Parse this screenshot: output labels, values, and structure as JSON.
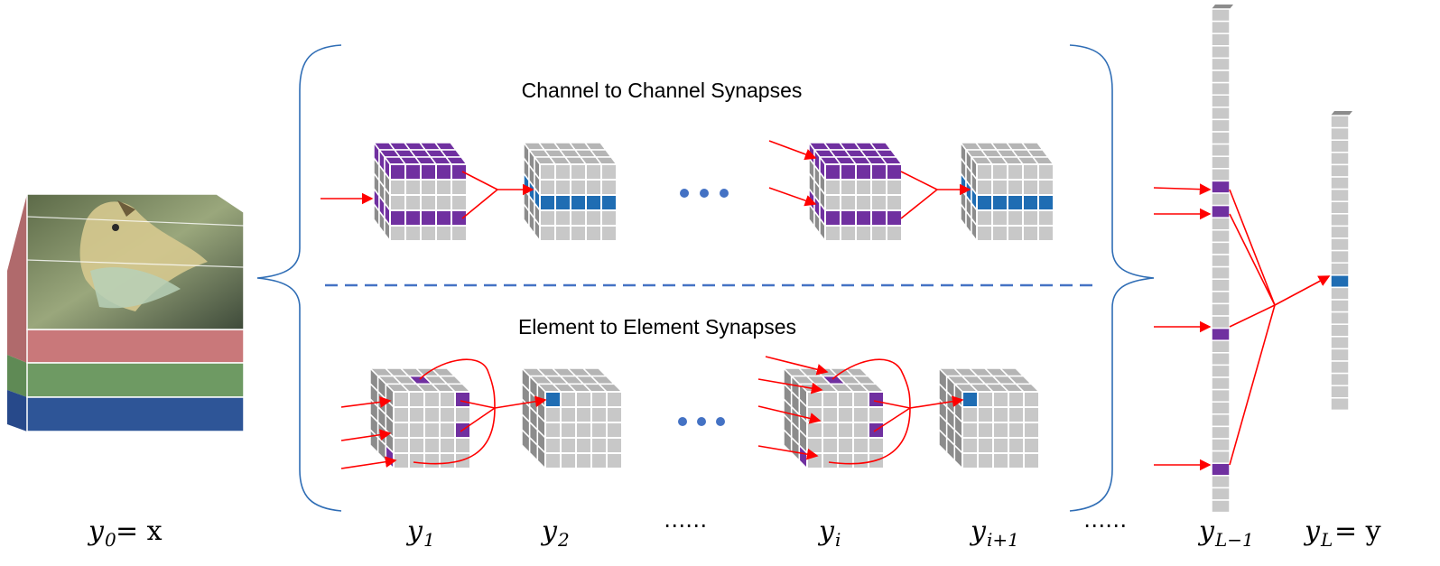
{
  "sections": {
    "top_title": "Channel to Channel Synapses",
    "bottom_title": "Element to Element Synapses"
  },
  "labels": {
    "y0": {
      "base": "y",
      "sub": "0",
      "rest": " = x"
    },
    "y1": {
      "base": "y",
      "sub": "1"
    },
    "y2": {
      "base": "y",
      "sub": "2"
    },
    "dots_mid": "⋯⋯",
    "yi": {
      "base": "y",
      "sub": "i"
    },
    "yi1": {
      "base": "y",
      "sub": "i+1"
    },
    "dots_right": "⋯⋯",
    "yL1": {
      "base": "y",
      "sub": "L−1"
    },
    "yL": {
      "base": "y",
      "sub": "L",
      "rest": " = y"
    }
  },
  "colors": {
    "cell_gray": "#c8c8c8",
    "cell_border": "#ffffff",
    "cube_side": "#8c8c8c",
    "cube_top": "#b5b5b5",
    "purple": "#7030a0",
    "blue": "#1f6db3",
    "arrow": "#ff0000",
    "brace": "#2f6db5",
    "dashed": "#4472c4",
    "dot": "#4472c4",
    "stack_red": "#c9787a",
    "stack_green": "#6e9a63",
    "stack_blue": "#2e5597"
  },
  "icons": {
    "input_image": "input-image-stack",
    "ellipsis": "ellipsis-dots"
  }
}
